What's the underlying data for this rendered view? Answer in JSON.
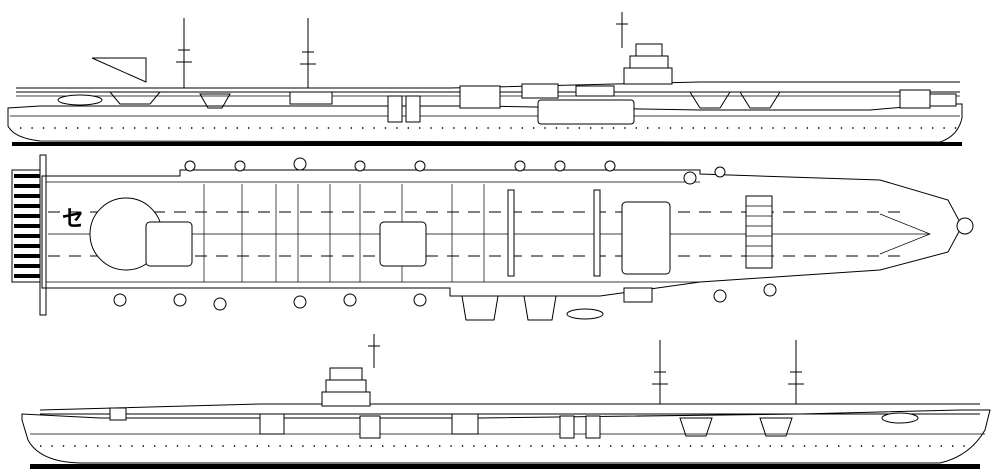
{
  "drawing": {
    "views": [
      {
        "id": "starboard-profile"
      },
      {
        "id": "flight-deck-plan"
      },
      {
        "id": "port-profile"
      }
    ],
    "deck_marking": "セ",
    "colors": {
      "ink": "#000000",
      "paper": "#ffffff"
    }
  }
}
